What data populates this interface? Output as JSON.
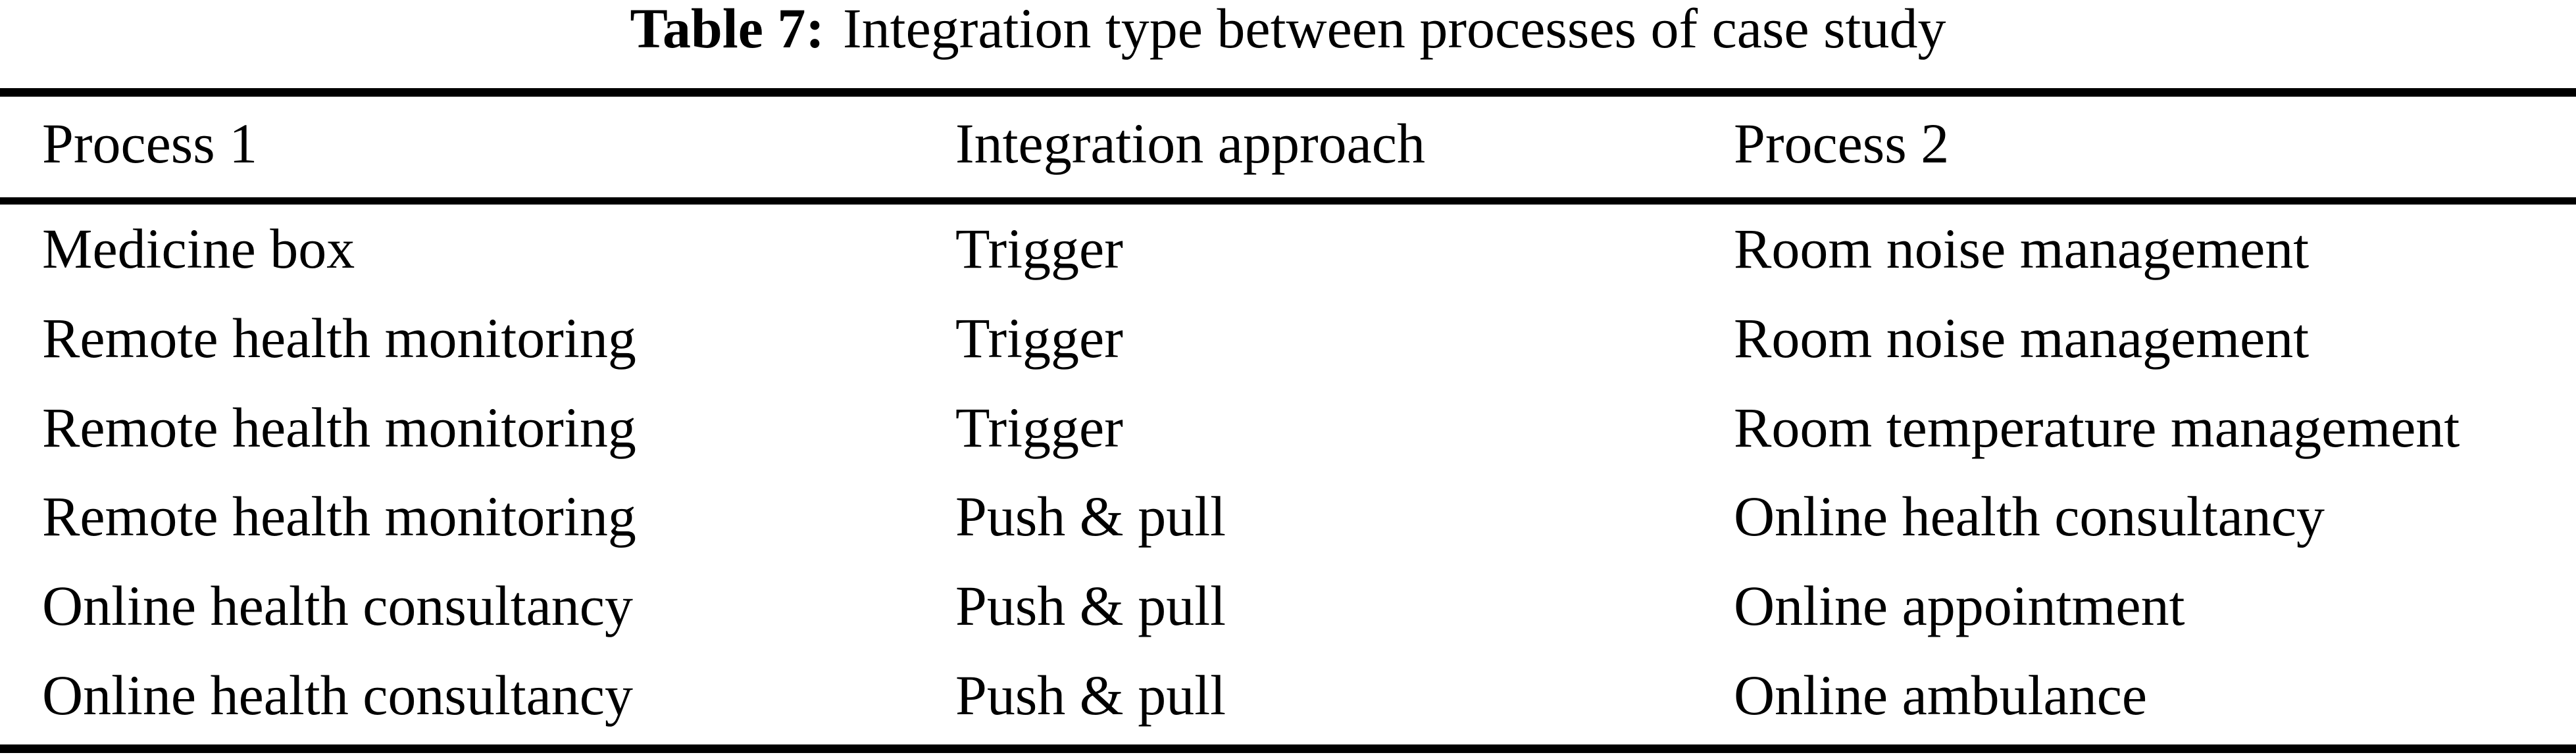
{
  "colors": {
    "background": "#ffffff",
    "text": "#000000",
    "rule": "#000000"
  },
  "table": {
    "title_label": "Table 7:",
    "title_text": "Integration type between processes of case study",
    "columns": [
      "Process 1",
      "Integration approach",
      "Process 2"
    ],
    "rows": [
      {
        "process1": "Medicine box",
        "integration_approach": "Trigger",
        "process2": "Room noise management"
      },
      {
        "process1": "Remote health monitoring",
        "integration_approach": "Trigger",
        "process2": "Room noise management"
      },
      {
        "process1": "Remote health monitoring",
        "integration_approach": "Trigger",
        "process2": "Room temperature management"
      },
      {
        "process1": "Remote health monitoring",
        "integration_approach": "Push & pull",
        "process2": "Online health consultancy"
      },
      {
        "process1": "Online health consultancy",
        "integration_approach": "Push & pull",
        "process2": "Online appointment"
      },
      {
        "process1": "Online health consultancy",
        "integration_approach": "Push & pull",
        "process2": "Online ambulance"
      }
    ]
  }
}
